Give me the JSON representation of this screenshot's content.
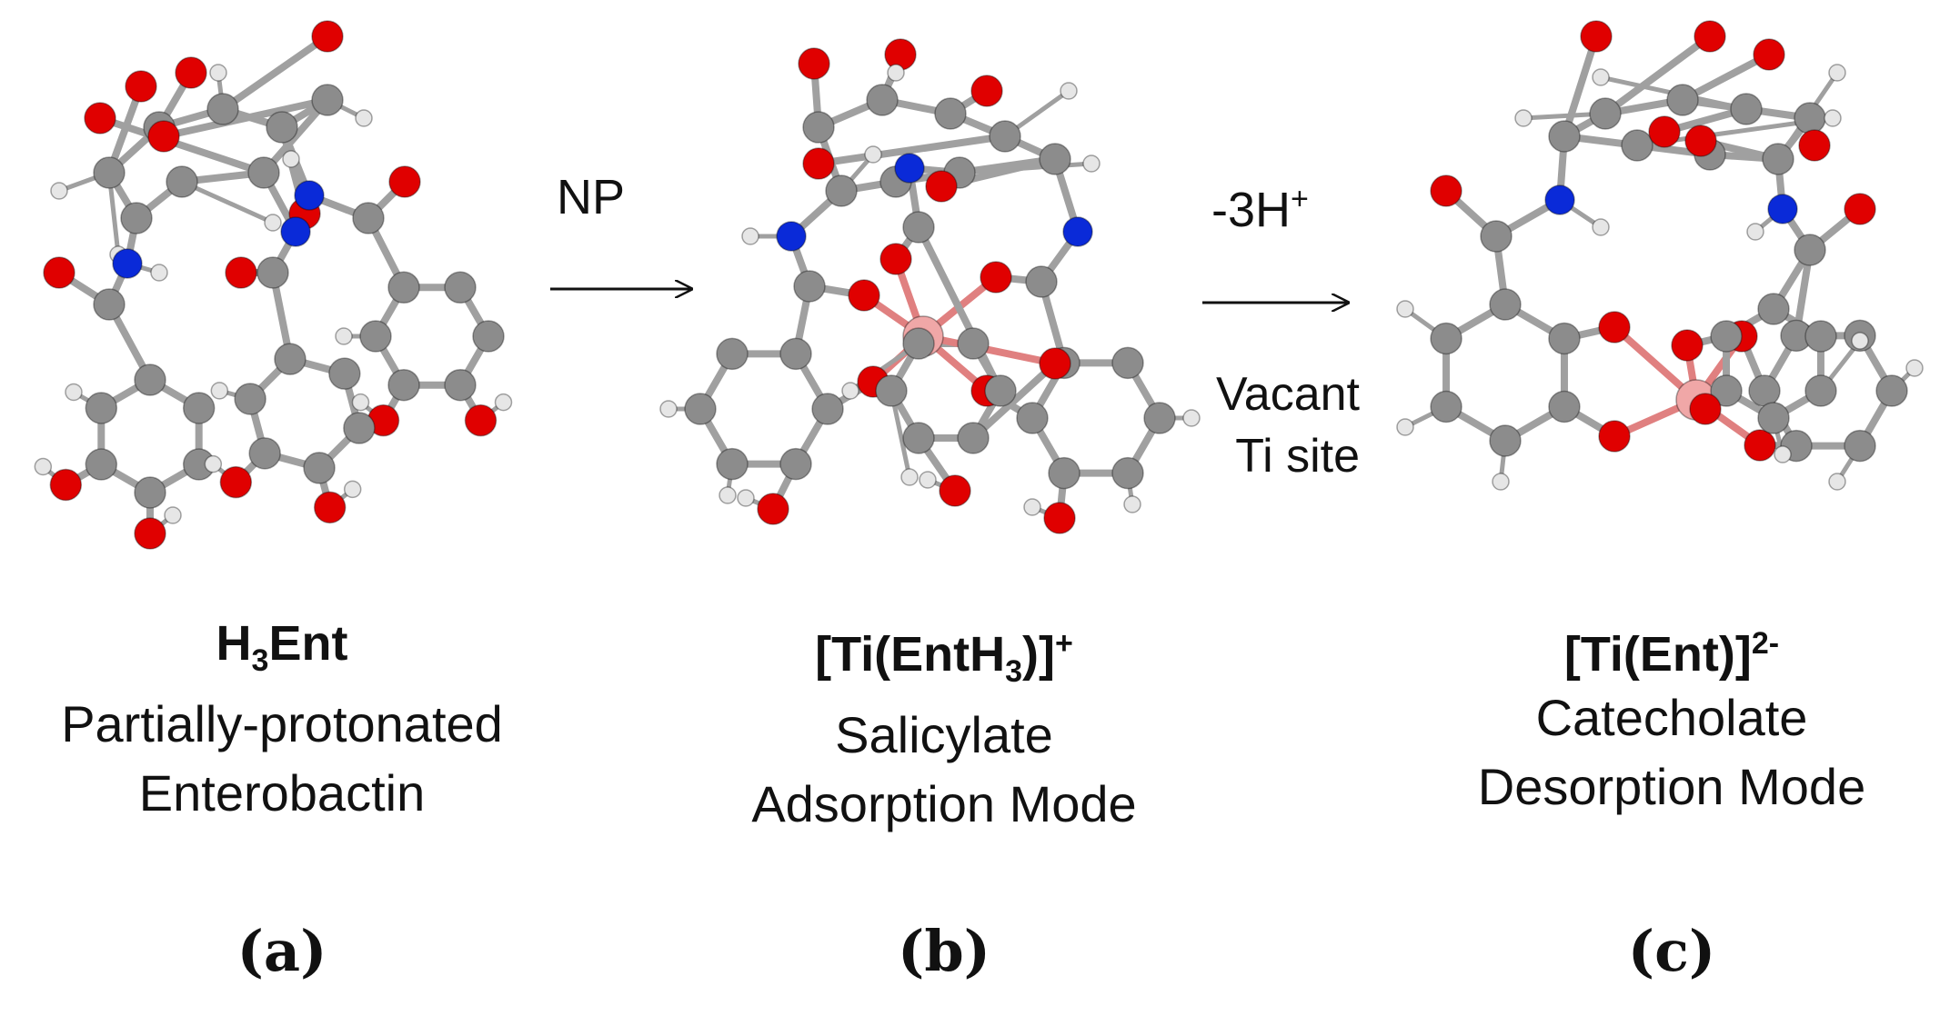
{
  "colors": {
    "carbon": "#8c8c8c",
    "oxygen": "#e00000",
    "nitrogen": "#0a2ad8",
    "hydrogen": "#e6e6e6",
    "titanium": "#f0a7a7",
    "bond": "#a0a0a0"
  },
  "arrow1": {
    "label": "NP"
  },
  "arrow2": {
    "label_base": "-3H",
    "label_sup": "+",
    "side_line1": "Vacant",
    "side_line2": "Ti site"
  },
  "panels": [
    {
      "name_main": "H",
      "name_sub": "3",
      "name_end": "Ent",
      "line1": "Partially-protonated",
      "line2": "Enterobactin",
      "label": "(a)"
    },
    {
      "name_main": "[Ti(EntH",
      "name_sub": "3",
      "name_end": ")]",
      "name_sup": "+",
      "line1": "Salicylate",
      "line2": "Adsorption Mode",
      "label": "(b)"
    },
    {
      "name_main": "[Ti(Ent)]",
      "name_sup": "2-",
      "line1": "Catecholate",
      "line2": "Desorption Mode",
      "label": "(c)"
    }
  ]
}
